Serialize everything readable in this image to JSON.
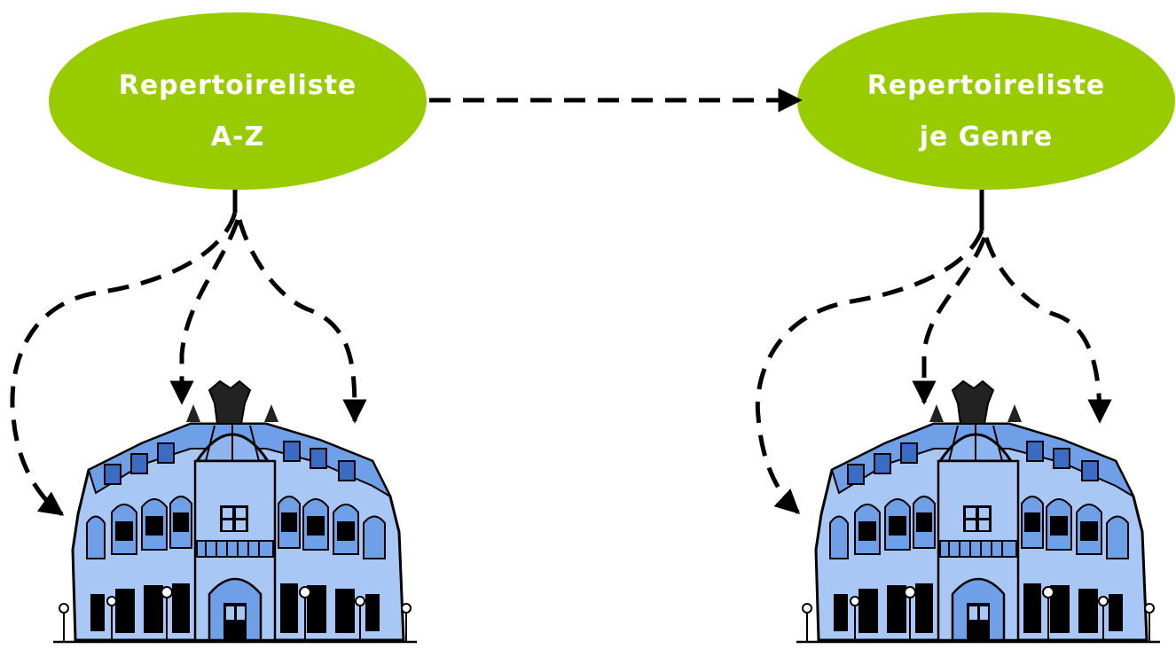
{
  "nodes": {
    "a_z": {
      "line1": "Repertoireliste",
      "line2": "A-Z"
    },
    "genre": {
      "line1": "Repertoireliste",
      "line2": "je Genre"
    }
  },
  "colors": {
    "node_fill": "#99cc00",
    "node_text": "#ffffff",
    "arrow": "#000000",
    "building_light": "#a9c7f5",
    "building_mid": "#6f9fe6",
    "building_dark": "#3a6cc4",
    "outline": "#000000"
  },
  "icons": {
    "building": "theater-building-icon"
  }
}
